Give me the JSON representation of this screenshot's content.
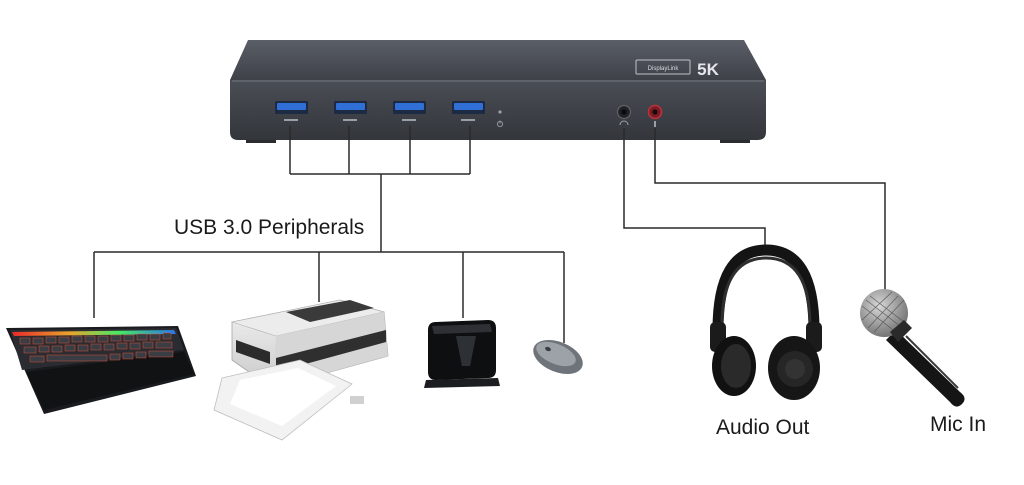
{
  "dock": {
    "brand_mark": "5K",
    "small_badge_text": "DisplayLink",
    "usb_port_count": 4
  },
  "labels": {
    "usb_peripherals": "USB 3.0 Peripherals",
    "audio_out": "Audio Out",
    "mic_in": "Mic In"
  },
  "colors": {
    "dock_body": "#474b52",
    "usb_port": "#2f6fd6",
    "mic_jack": "#c0303a",
    "lines": "#2a2a2a"
  },
  "icons": [
    "keyboard-icon",
    "printer-icon",
    "external-drive-icon",
    "mouse-icon",
    "headphones-icon",
    "microphone-icon"
  ]
}
